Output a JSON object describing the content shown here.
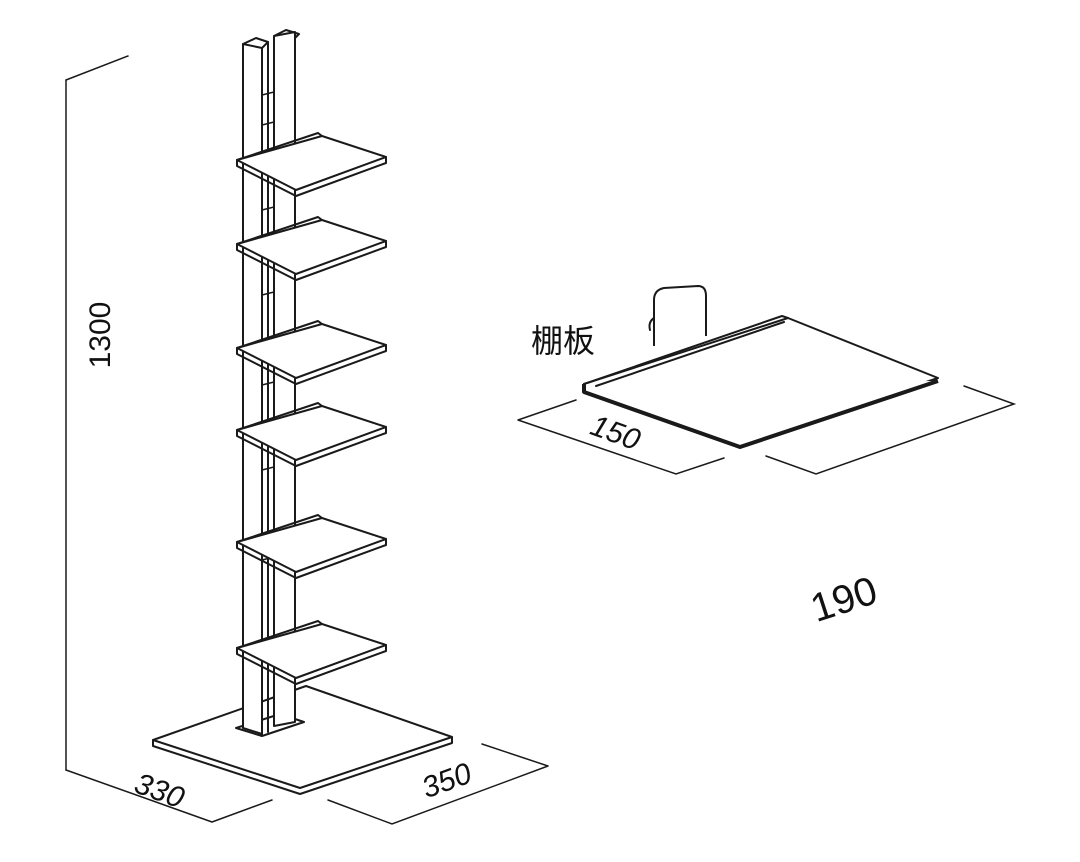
{
  "labels": {
    "height": "1300",
    "base_depth": "330",
    "base_width": "350",
    "shelf_name": "棚板",
    "shelf_depth": "150",
    "shelf_width": "190"
  }
}
